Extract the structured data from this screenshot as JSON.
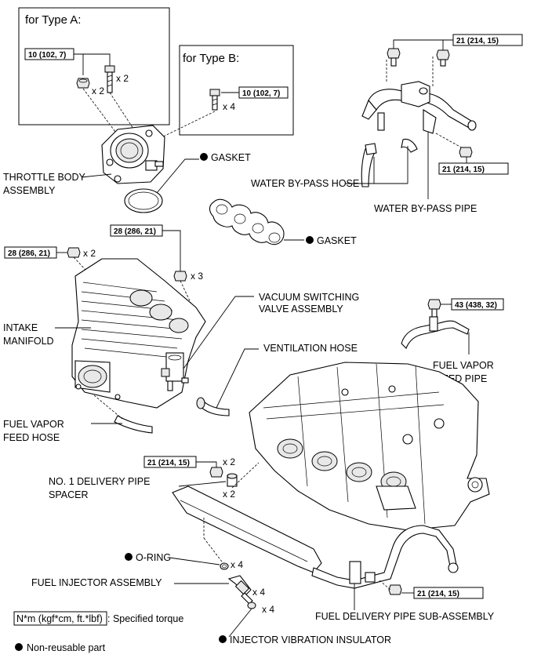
{
  "frames": {
    "type_a": "for Type A:",
    "type_b": "for Type B:"
  },
  "torques": {
    "t_10a": "10 (102, 7)",
    "t_10b": "10 (102, 7)",
    "t_21_top": "21 (214, 15)",
    "t_21_pipe": "21 (214, 15)",
    "t_28_left": "28 (286, 21)",
    "t_28_mid": "28 (286, 21)",
    "t_43": "43 (438, 32)",
    "t_21_spacer": "21 (214, 15)",
    "t_21_delivery": "21 (214, 15)"
  },
  "counts": {
    "x2_a1": "x 2",
    "x2_a2": "x 2",
    "x4_b": "x 4",
    "x2_left": "x 2",
    "x3_mid": "x 3",
    "x2_spacer1": "x 2",
    "x2_spacer2": "x 2",
    "x4_oring": "x 4",
    "x4_injector": "x 4",
    "x4_insulator": "x 4"
  },
  "labels": {
    "throttle_1": "THROTTLE BODY",
    "throttle_2": "ASSEMBLY",
    "gasket_top": "GASKET",
    "gasket_mid": "GASKET",
    "water_hose": "WATER BY-PASS HOSE",
    "water_pipe": "WATER BY-PASS PIPE",
    "vsv_1": "VACUUM SWITCHING",
    "vsv_2": "VALVE ASSEMBLY",
    "vent_hose": "VENTILATION HOSE",
    "intake_1": "INTAKE",
    "intake_2": "MANIFOLD",
    "fvfp_1": "FUEL VAPOR",
    "fvfp_2": "FEED PIPE",
    "fvfh_1": "FUEL VAPOR",
    "fvfh_2": "FEED HOSE",
    "spacer_1": "NO. 1 DELIVERY PIPE",
    "spacer_2": "SPACER",
    "oring": "O-RING",
    "injector": "FUEL INJECTOR ASSEMBLY",
    "delivery": "FUEL DELIVERY PIPE SUB-ASSEMBLY",
    "insulator": "INJECTOR VIBRATION INSULATOR"
  },
  "legend": {
    "torque_key": "N*m (kgf*cm, ft.*lbf)",
    "torque_desc": ": Specified torque",
    "nonreusable": "Non-reusable part"
  }
}
